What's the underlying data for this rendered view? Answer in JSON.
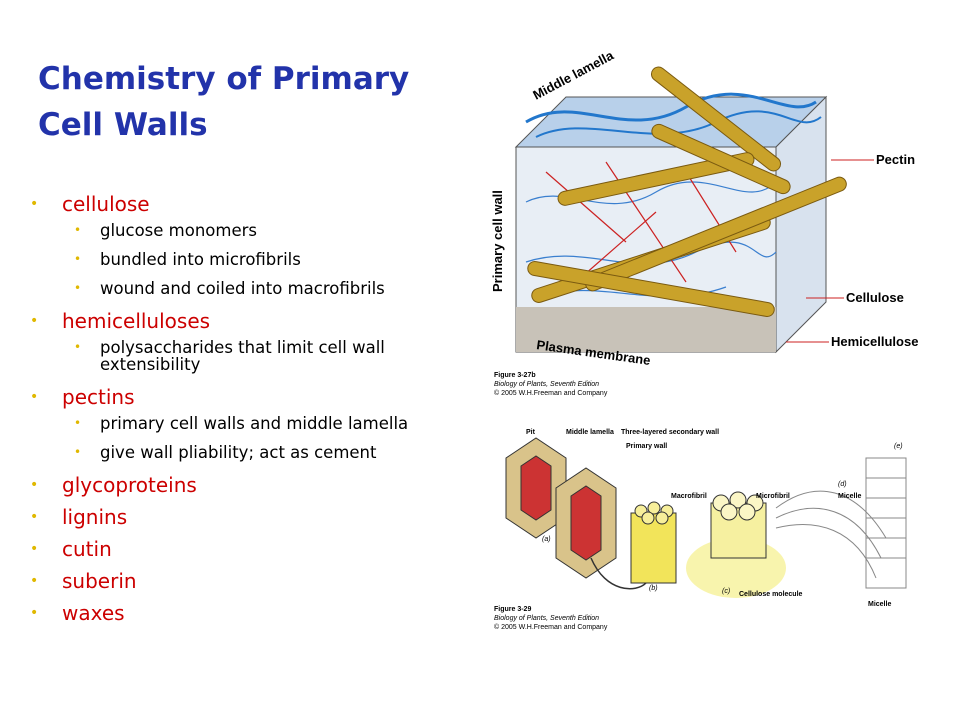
{
  "title": "Chemistry of Primary Cell Walls",
  "bullets": [
    {
      "text": "cellulose",
      "sub": [
        "glucose monomers",
        "bundled into microfibrils",
        "wound and coiled into macrofibrils"
      ]
    },
    {
      "text": "hemicelluloses",
      "sub": [
        "polysaccharides that limit cell wall extensibility"
      ]
    },
    {
      "text": "pectins",
      "sub": [
        "primary cell walls and middle lamella",
        "give wall pliability; act as cement"
      ]
    },
    {
      "text": "glycoproteins",
      "sub": []
    },
    {
      "text": "lignins",
      "sub": []
    },
    {
      "text": "cutin",
      "sub": []
    },
    {
      "text": "suberin",
      "sub": []
    },
    {
      "text": "waxes",
      "sub": []
    }
  ],
  "figure_top": {
    "labels": {
      "middle_lamella": "Middle lamella",
      "primary_cell_wall": "Primary cell wall",
      "pectin": "Pectin",
      "cellulose": "Cellulose",
      "hemicellulose": "Hemicellulose",
      "plasma_membrane": "Plasma membrane"
    },
    "caption": {
      "figure": "Figure 3-27b",
      "book": "Biology of Plants, Seventh Edition",
      "copyright": "© 2005 W.H.Freeman and Company"
    }
  },
  "figure_bottom": {
    "labels": {
      "pit": "Pit",
      "middle_lamella": "Middle lamella",
      "three_layered": "Three-layered secondary wall",
      "primary_wall": "Primary wall",
      "macrofibril": "Macrofibril",
      "microfibril": "Microfibril",
      "micelle_d": "Micelle",
      "micelle": "Micelle",
      "cellulose_molecule": "Cellulose molecule",
      "a": "(a)",
      "b": "(b)",
      "c": "(c)",
      "d": "(d)",
      "e": "(e)"
    },
    "caption": {
      "figure": "Figure 3-29",
      "book": "Biology of Plants, Seventh Edition",
      "copyright": "© 2005 W.H.Freeman and Company"
    }
  },
  "colors": {
    "title": "#2233aa",
    "bullet_text": "#cc0000",
    "bullet_dot": "#e0b800",
    "label_line": "#cc2222"
  }
}
